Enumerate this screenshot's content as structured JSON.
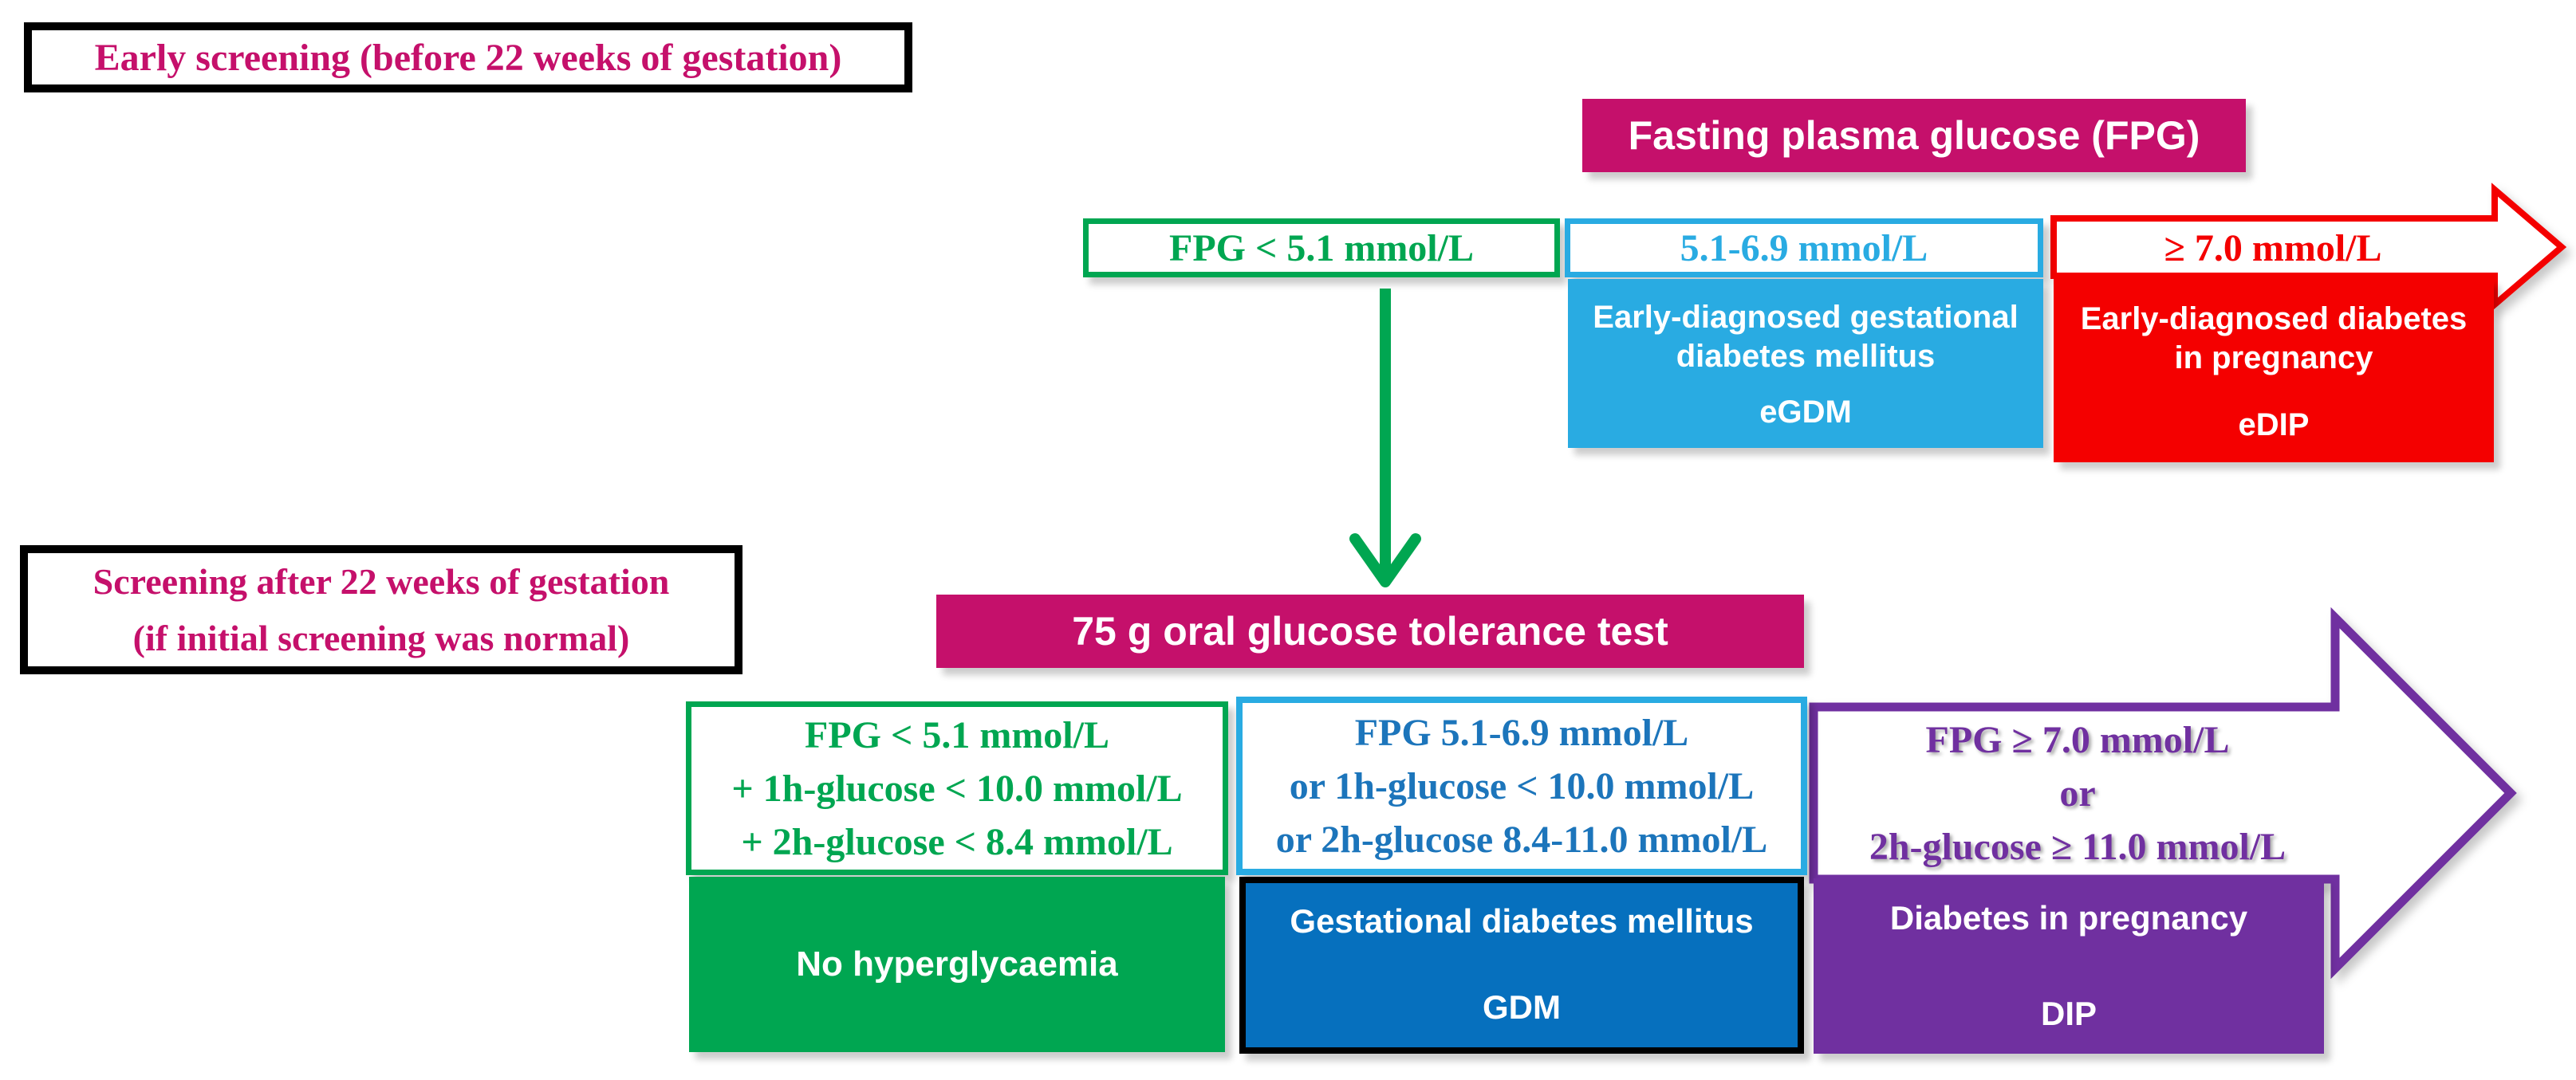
{
  "title": "Gestational diabetes screening flowchart",
  "colors": {
    "magenta": "#C5106B",
    "green": "#00A651",
    "cyan": "#29ABE2",
    "red": "#F40000",
    "dark_blue": "#0670BE",
    "blue_text": "#1C75BB",
    "purple": "#7030A0",
    "black": "#000000",
    "white": "#FFFFFF"
  },
  "early": {
    "label": "Early screening (before 22 weeks of gestation)",
    "header": "Fasting plasma glucose (FPG)",
    "normal": {
      "criteria": "FPG < 5.1 mmol/L"
    },
    "egdm": {
      "criteria": "5.1-6.9 mmol/L",
      "diagnosis": [
        "Early-diagnosed gestational",
        "diabetes mellitus"
      ],
      "abbr": "eGDM"
    },
    "edip": {
      "criteria": "≥ 7.0 mmol/L",
      "diagnosis": [
        "Early-diagnosed diabetes",
        "in pregnancy"
      ],
      "abbr": "eDIP"
    }
  },
  "late": {
    "label": [
      "Screening after 22 weeks of gestation",
      "(if initial screening was normal)"
    ],
    "header": "75 g oral glucose tolerance test",
    "normal": {
      "criteria": [
        "FPG < 5.1 mmol/L",
        "+ 1h-glucose < 10.0 mmol/L",
        "+ 2h-glucose < 8.4 mmol/L"
      ],
      "diagnosis": "No hyperglycaemia"
    },
    "gdm": {
      "criteria": [
        "FPG 5.1-6.9 mmol/L",
        "or 1h-glucose < 10.0 mmol/L",
        "or 2h-glucose 8.4-11.0 mmol/L"
      ],
      "diagnosis": "Gestational diabetes mellitus",
      "abbr": "GDM"
    },
    "dip": {
      "criteria": [
        "FPG ≥ 7.0 mmol/L",
        "or",
        "2h-glucose ≥ 11.0 mmol/L"
      ],
      "diagnosis": "Diabetes in pregnancy",
      "abbr": "DIP"
    }
  }
}
